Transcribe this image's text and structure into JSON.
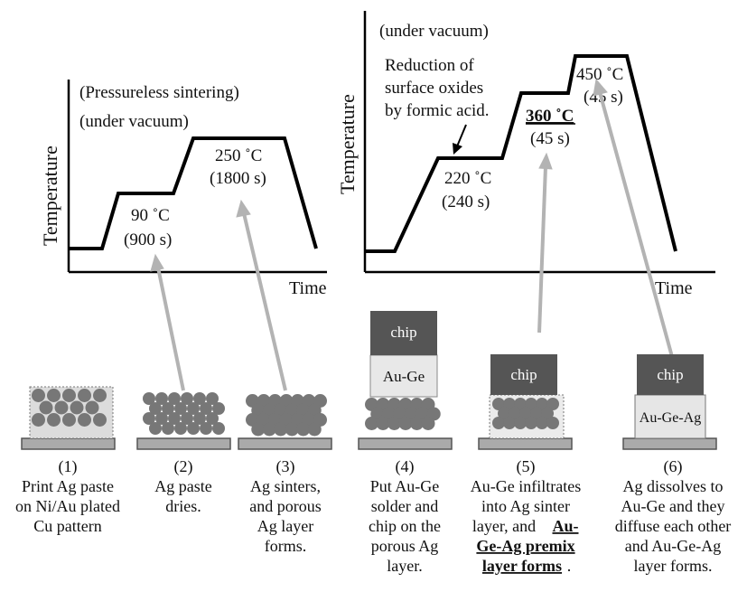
{
  "colors": {
    "axis": "#000000",
    "profile": "#000000",
    "arrow": "#b3b3b3",
    "chip": "#555555",
    "solder": "#e6e6e6",
    "particle": "#777777",
    "substrate": "#aaaaaa",
    "dotted_box": "#dcdcdc"
  },
  "left_chart": {
    "ylabel": "Temperature",
    "xlabel": "Time",
    "note1": "(Pressureless sintering)",
    "note2": "(under vacuum)",
    "step1": {
      "temp": "90 ˚C",
      "time": "(900 s)"
    },
    "step2": {
      "temp": "250 ˚C",
      "time": "(1800 s)"
    }
  },
  "right_chart": {
    "ylabel": "Temperature",
    "xlabel": "Time",
    "note1": "(under vacuum)",
    "reduction_lines": [
      "Reduction of",
      "surface oxides",
      "by formic acid."
    ],
    "step1": {
      "temp": "220 ˚C",
      "time": "(240 s)"
    },
    "step2": {
      "temp": "360 ˚C",
      "time": "(45 s)"
    },
    "step3": {
      "temp": "450 ˚C",
      "time": "(45 s)"
    }
  },
  "stages": [
    {
      "num": "(1)",
      "lines": [
        "Print Ag paste",
        "on Ni/Au plated",
        "Cu pattern"
      ]
    },
    {
      "num": "(2)",
      "lines": [
        "Ag paste",
        "dries."
      ]
    },
    {
      "num": "(3)",
      "lines": [
        "Ag sinters,",
        "and porous",
        "Ag layer",
        "forms."
      ]
    },
    {
      "num": "(4)",
      "lines": [
        "Put Au-Ge",
        "solder and",
        "chip on the",
        "porous Ag",
        "layer."
      ]
    },
    {
      "num": "(5)",
      "lines": [
        "Au-Ge infiltrates",
        "into Ag sinter",
        "layer, and "
      ],
      "bold_parts": [
        "Au-",
        "Ge-Ag premix",
        "layer forms"
      ],
      "tail": "."
    },
    {
      "num": "(6)",
      "lines": [
        "Ag dissolves to",
        "Au-Ge and they",
        "diffuse each other",
        "and Au-Ge-Ag",
        "layer forms."
      ]
    }
  ],
  "block_labels": {
    "chip": "chip",
    "au_ge": "Au-Ge",
    "au_ge_ag": "Au-Ge-Ag"
  }
}
